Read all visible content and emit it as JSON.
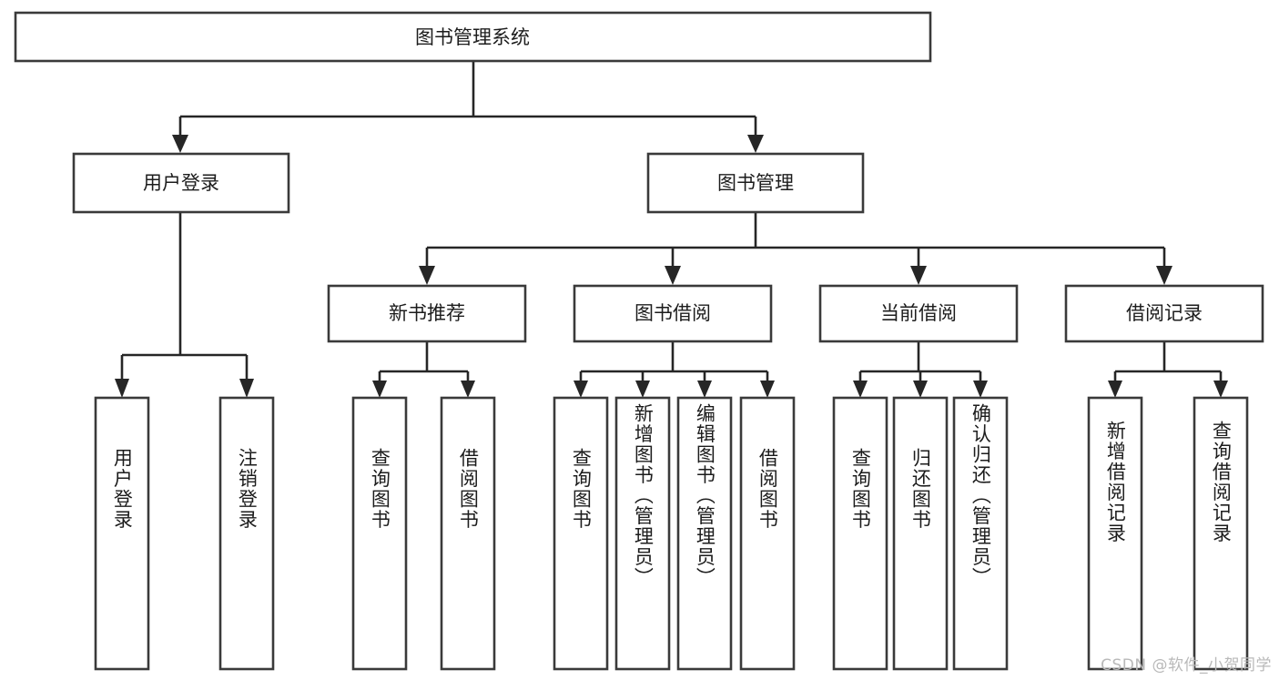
{
  "diagram": {
    "type": "hierarchy-tree",
    "title": "图书管理系统",
    "watermark": "CSDN @软件_小贺同学",
    "levels": {
      "root": {
        "label": "图书管理系统"
      },
      "level2": [
        {
          "label": "用户登录"
        },
        {
          "label": "图书管理"
        }
      ],
      "level3": [
        {
          "label": "新书推荐"
        },
        {
          "label": "图书借阅"
        },
        {
          "label": "当前借阅"
        },
        {
          "label": "借阅记录"
        }
      ],
      "leaves": {
        "user_login": [
          {
            "label": "用户登录"
          },
          {
            "label": "注销登录"
          }
        ],
        "new_book_recommend": [
          {
            "label": "查询图书"
          },
          {
            "label": "借阅图书"
          }
        ],
        "book_borrow": [
          {
            "label": "查询图书"
          },
          {
            "label": "新增图书（管理员）"
          },
          {
            "label": "编辑图书（管理员）"
          },
          {
            "label": "借阅图书"
          }
        ],
        "current_borrow": [
          {
            "label": "查询图书"
          },
          {
            "label": "归还图书"
          },
          {
            "label": "确认归还（管理员）"
          }
        ],
        "borrow_record": [
          {
            "label": "新增借阅记录"
          },
          {
            "label": "查询借阅记录"
          }
        ]
      }
    },
    "colors": {
      "box_border": "#3a3a3a",
      "connector": "#262626",
      "box_fill": "#ffffff",
      "text": "#1c1c1c",
      "watermark": "#b9b9b9"
    }
  }
}
